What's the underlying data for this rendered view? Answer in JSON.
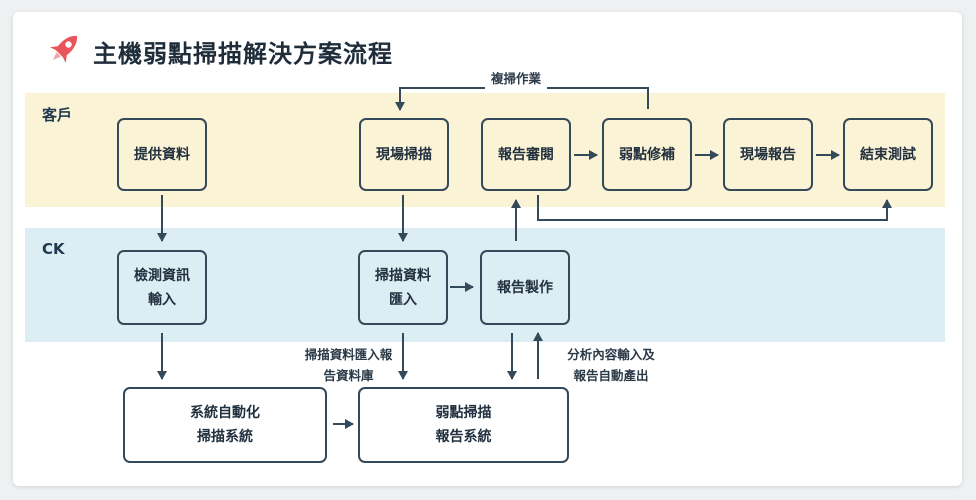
{
  "title": "主機弱點掃描解決方案流程",
  "lanes": {
    "client": "客戶",
    "ck": "CK"
  },
  "nodes": {
    "provide_data": "提供資料",
    "onsite_scan": "現場掃描",
    "report_review": "報告審閱",
    "vuln_fix": "弱點修補",
    "onsite_report": "現場報告",
    "end_test": "結束測試",
    "input_line1": "檢測資訊",
    "input_line2": "輸入",
    "scan_import_line1": "掃描資料",
    "scan_import_line2": "匯入",
    "report_make": "報告製作",
    "auto_scan_line1": "系統自動化",
    "auto_scan_line2": "掃描系統",
    "vuln_report_line1": "弱點掃描",
    "vuln_report_line2": "報告系統"
  },
  "notes": {
    "rescan": "複掃作業",
    "import_db_line1": "掃描資料匯入報",
    "import_db_line2": "告資料庫",
    "analysis_line1": "分析內容輸入及",
    "analysis_line2": "報告自動產出"
  },
  "colors": {
    "client_lane": "#fbf3d5",
    "ck_lane": "#dcedf4",
    "stroke": "#34495a",
    "icon": "#e8555a"
  }
}
